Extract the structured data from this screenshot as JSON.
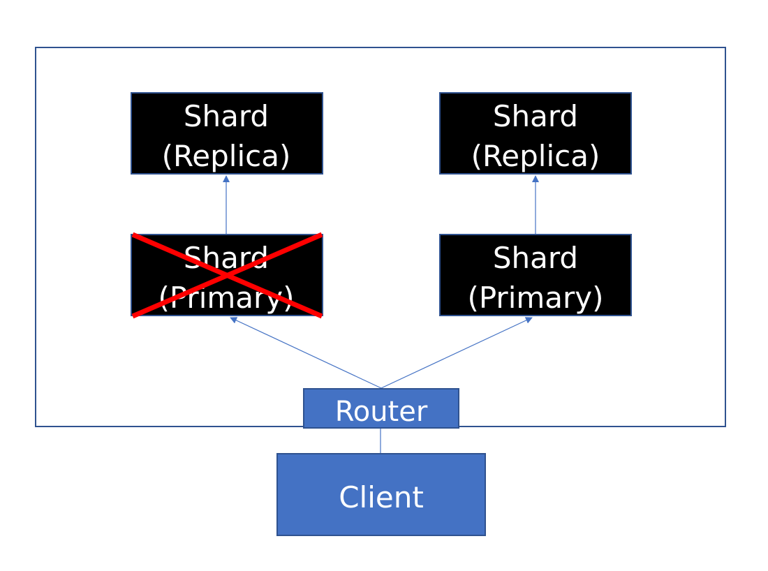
{
  "shards": {
    "left_replica": {
      "line1": "Shard",
      "line2": "(Replica)"
    },
    "right_replica": {
      "line1": "Shard",
      "line2": "(Replica)"
    },
    "left_primary": {
      "line1": "Shard",
      "line2": "(Primary)",
      "status": "failed"
    },
    "right_primary": {
      "line1": "Shard",
      "line2": "(Primary)"
    }
  },
  "router": {
    "label": "Router"
  },
  "client": {
    "label": "Client"
  },
  "colors": {
    "shard_fill": "#000000",
    "box_blue": "#4472c4",
    "border_blue": "#2f5597",
    "cluster_border": "#2f528f",
    "arrow": "#4472c4",
    "failed_mark": "#ff0000"
  }
}
